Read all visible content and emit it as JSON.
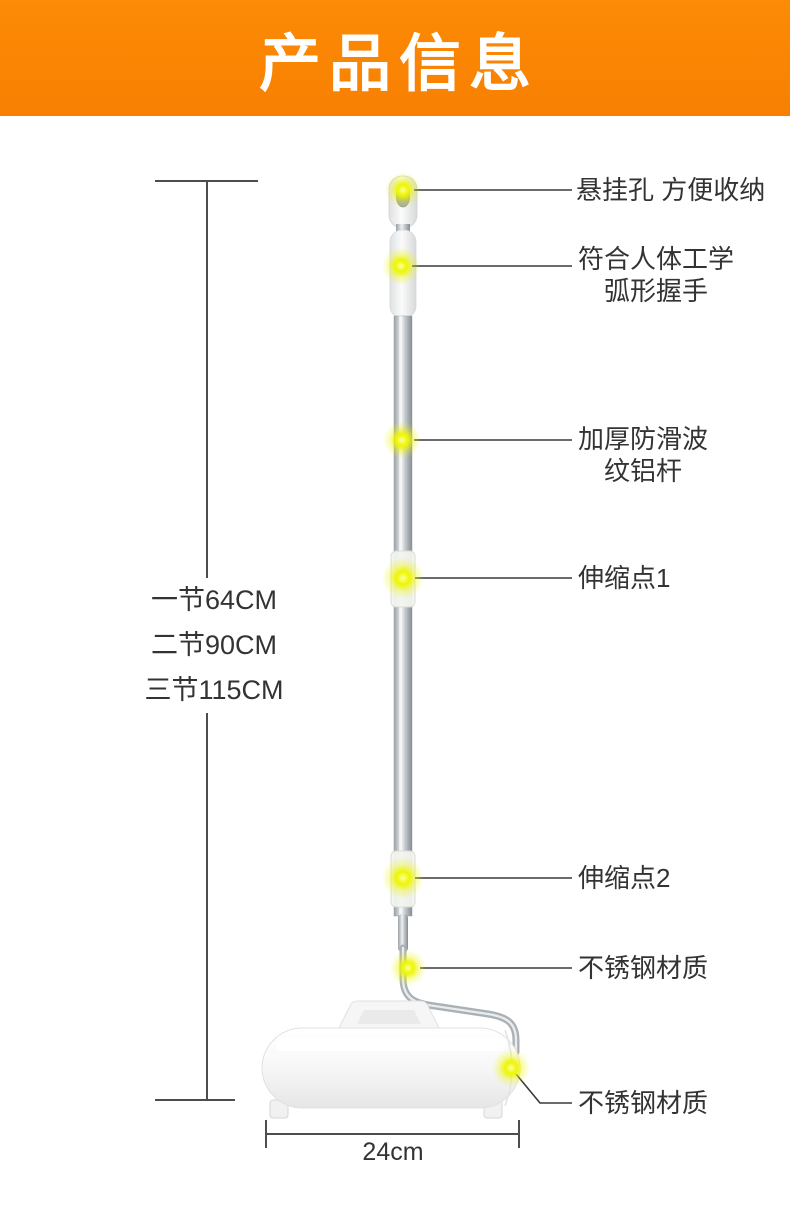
{
  "header": {
    "title": "产品信息"
  },
  "measurements": {
    "heights": [
      "一节64CM",
      "二节90CM",
      "三节115CM"
    ],
    "width_label": "24cm"
  },
  "callouts": [
    {
      "label": "悬挂孔 方便收纳"
    },
    {
      "label": "符合人体工学\n弧形握手"
    },
    {
      "label": "加厚防滑波\n纹铝杆"
    },
    {
      "label": "伸缩点1"
    },
    {
      "label": "伸缩点2"
    },
    {
      "label": "不锈钢材质"
    },
    {
      "label": "不锈钢材质"
    }
  ],
  "colors": {
    "accent_orange": "#f98302",
    "highlight_yellow": "#eef600",
    "text": "#333333"
  }
}
